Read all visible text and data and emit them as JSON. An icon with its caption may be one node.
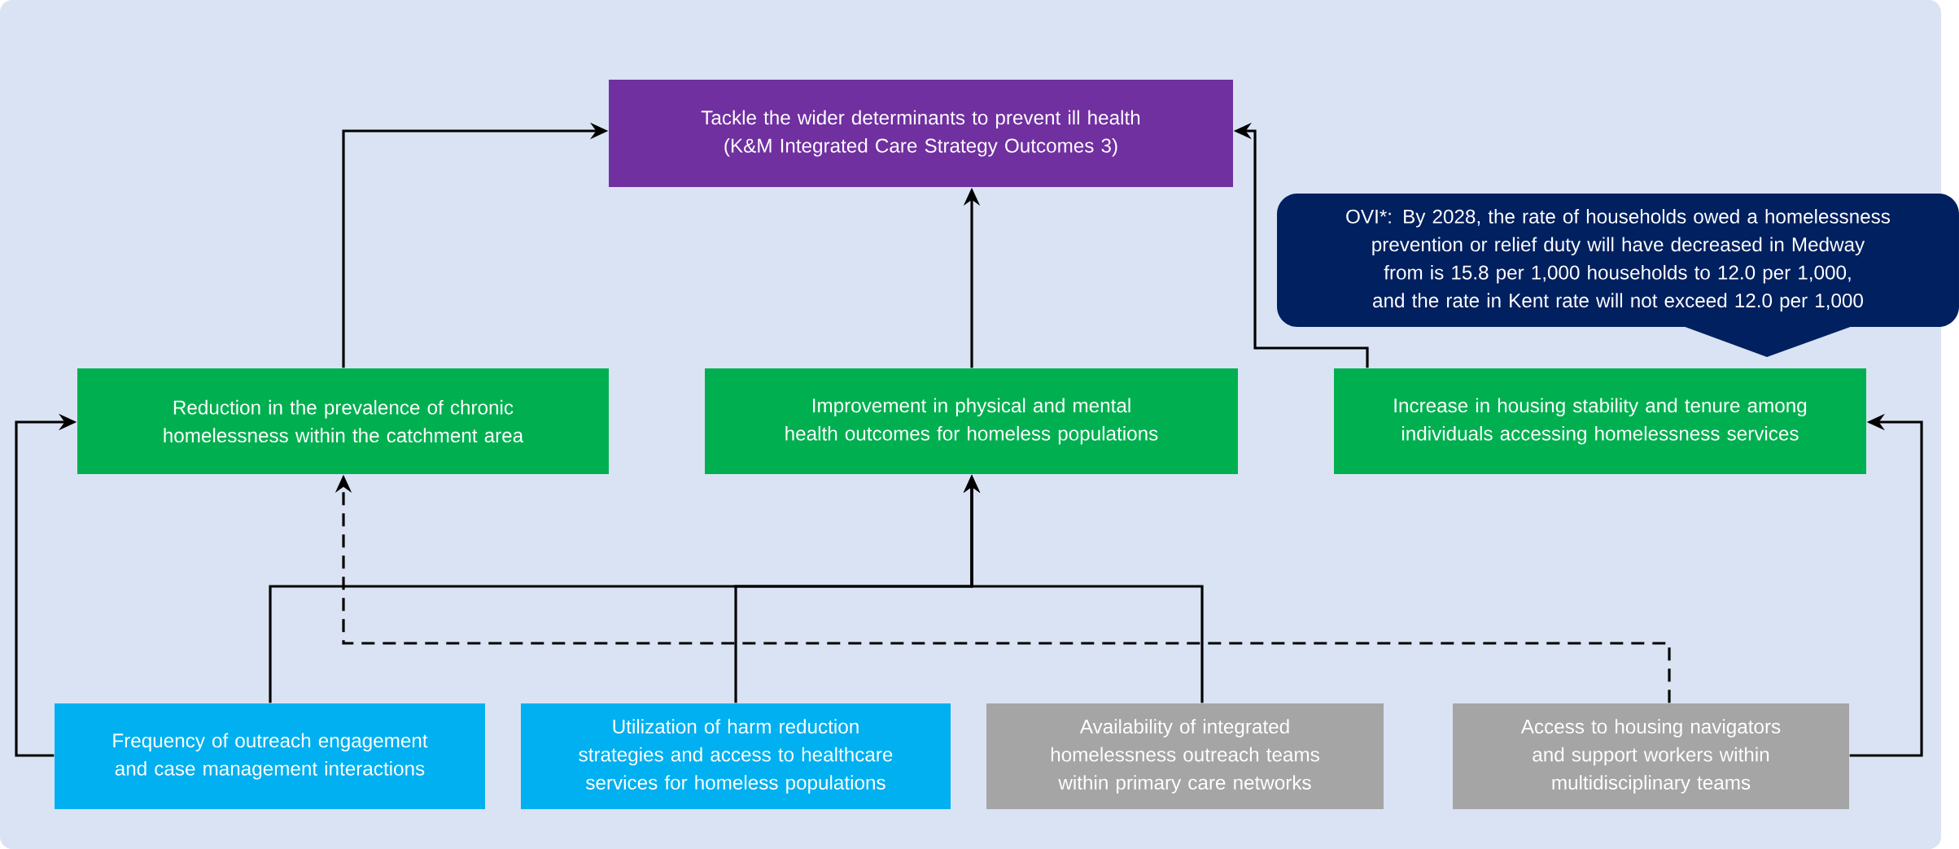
{
  "diagram": {
    "nodes": [
      {
        "text": [
          "Tackle the wider determinants to prevent ill health",
          "(K&M Integrated Care Strategy Outcomes 3)"
        ]
      },
      {
        "text": [
          "Reduction in the prevalence of chronic homelessness within the catchment area"
        ]
      },
      {
        "text": [
          "Improvement in physical and mental health outcomes for homeless populations"
        ]
      },
      {
        "text": [
          "Increase in housing stability and tenure among individuals accessing homelessness services"
        ]
      },
      {
        "text": [
          "OVI*: By 2028, the rate of households owed a homelessness prevention or relief duty will have decreased in Medway from is 15.8 per 1,000 households to 12.0 per 1,000, and the rate in Kent rate will not exceed 12.0 per 1,000"
        ]
      },
      {
        "text": [
          "Frequency of outreach engagement and case management interactions"
        ]
      },
      {
        "text": [
          "Utilization of harm reduction strategies and access to healthcare services for homeless populations"
        ]
      },
      {
        "text": [
          "Availability of integrated homelessness outreach teams within primary care networks"
        ]
      },
      {
        "text": [
          "Access to housing navigators and support workers within multidisciplinary teams"
        ]
      }
    ],
    "edges": [
      {
        "from": 1,
        "to": 0,
        "arrow": "to"
      },
      {
        "from": 2,
        "to": 0,
        "arrow": "to"
      },
      {
        "from": 3,
        "to": 0,
        "arrow": "to"
      },
      {
        "from": 5,
        "to": 2,
        "arrow": "to"
      },
      {
        "from": 6,
        "to": 2,
        "arrow": "to"
      },
      {
        "from": 7,
        "to": 2,
        "arrow": "to"
      },
      {
        "from": 8,
        "to": 1,
        "arrow": "to",
        "style": "dashed"
      },
      {
        "from": 5,
        "to": 1,
        "arrow": "to"
      },
      {
        "from": 8,
        "to": 3,
        "arrow": "to"
      }
    ]
  }
}
